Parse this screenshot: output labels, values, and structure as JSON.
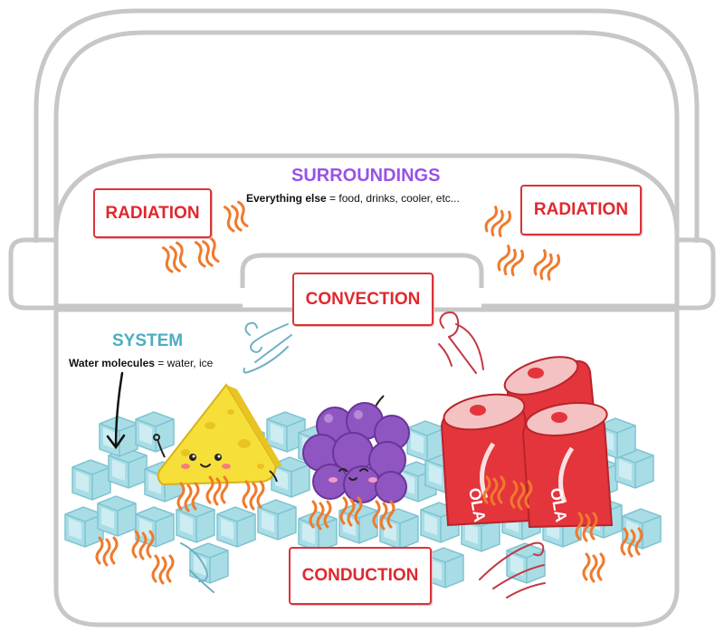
{
  "surroundings": {
    "title": "SURROUNDINGS",
    "desc_bold": "Everything else",
    "desc_rest": " = food, drinks, cooler, etc..."
  },
  "system": {
    "title": "SYSTEM",
    "desc_bold": "Water molecules",
    "desc_rest": " = water, ice"
  },
  "labels": {
    "radiation_left": "RADIATION",
    "radiation_right": "RADIATION",
    "convection": "CONVECTION",
    "conduction": "CONDUCTION"
  },
  "cans": {
    "text_left": "OLA",
    "text_right": "OLA"
  },
  "colors": {
    "surroundings_title": "#9a52e6",
    "system_title": "#4aaec0",
    "label_red": "#e0282e",
    "cooler_outline": "#c7c7c7",
    "heat_wave": "#f07a2c",
    "ice": "#a8dde6",
    "cheese": "#f7df3a",
    "grapes": "#8f56c2",
    "can_red": "#e4343c"
  },
  "icons": [
    "heat-wave-icon",
    "air-swirl-icon",
    "ice-cube-icon",
    "cheese-character-icon",
    "grapes-character-icon",
    "soda-can-icon",
    "arrow-icon"
  ]
}
